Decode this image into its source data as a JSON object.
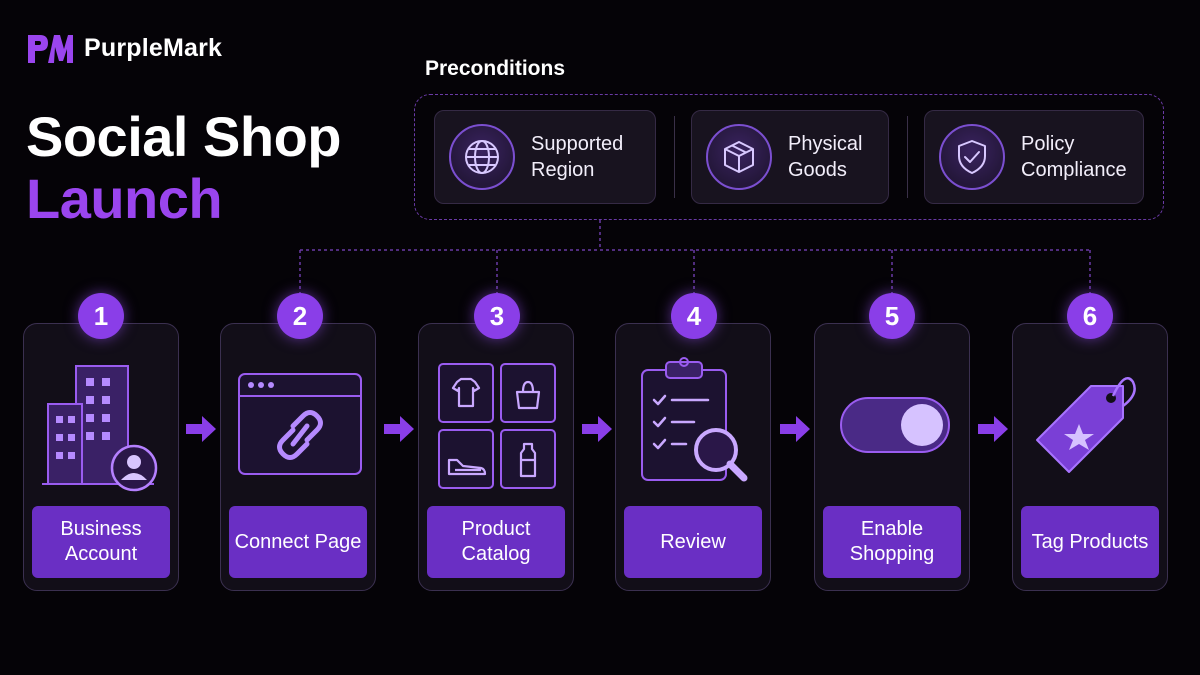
{
  "brand": {
    "name": "PurpleMark"
  },
  "title": {
    "line1": "Social Shop",
    "line2": "Launch"
  },
  "preconditions": {
    "title": "Preconditions",
    "items": [
      {
        "label": "Supported Region",
        "icon": "globe-icon"
      },
      {
        "label": "Physical Goods",
        "icon": "box-icon"
      },
      {
        "label": "Policy Compliance",
        "icon": "shield-check-icon"
      }
    ]
  },
  "steps": [
    {
      "number": "1",
      "label": "Business Account",
      "icon": "building-user-icon"
    },
    {
      "number": "2",
      "label": "Connect Page",
      "icon": "browser-link-icon"
    },
    {
      "number": "3",
      "label": "Product Catalog",
      "icon": "catalog-grid-icon"
    },
    {
      "number": "4",
      "label": "Review",
      "icon": "clipboard-search-icon"
    },
    {
      "number": "5",
      "label": "Enable Shopping",
      "icon": "toggle-icon"
    },
    {
      "number": "6",
      "label": "Tag Products",
      "icon": "tag-star-icon"
    }
  ],
  "colors": {
    "accent": "#8a3ee8",
    "accent_text": "#9a45ee",
    "background": "#050307",
    "label_bg": "#6a2fc4"
  }
}
